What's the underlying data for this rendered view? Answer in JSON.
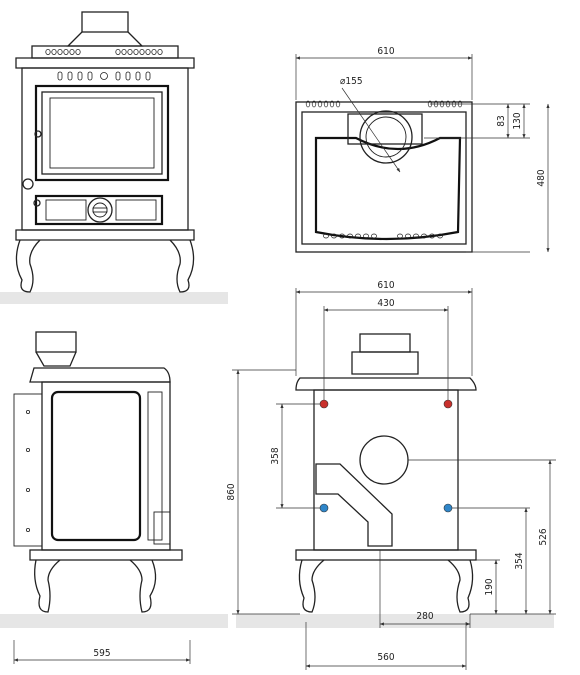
{
  "dimensions": {
    "top_width": "610",
    "flue_diameter": "⌀155",
    "top_83": "83",
    "top_130": "130",
    "top_480": "480",
    "front_width": "610",
    "front_inner": "430",
    "front_358": "358",
    "front_height": "860",
    "front_526": "526",
    "front_354": "354",
    "front_190": "190",
    "front_280": "280",
    "front_base": "560",
    "side_depth": "595"
  },
  "colors": {
    "hot_connection": "#c9302c",
    "cold_connection": "#2f86c9",
    "floor": "#e6e6e6"
  }
}
